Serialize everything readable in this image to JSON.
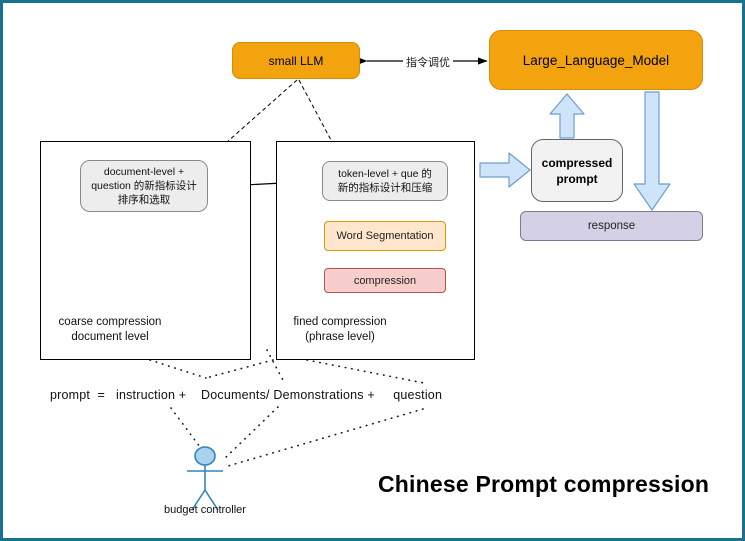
{
  "canvas": {
    "border_color": "#17718f",
    "background": "#ffffff"
  },
  "nodes": {
    "small_llm": {
      "label": "small LLM"
    },
    "llm": {
      "label": "Large_Language_Model"
    },
    "tune_label": "指令调优",
    "doc_box": {
      "lines": [
        "document-level +",
        "question 的新指标设计",
        "排序和选取"
      ]
    },
    "token_box": {
      "lines": [
        "token-level + que 的",
        "新的指标设计和压缩"
      ]
    },
    "word_seg": {
      "label": "Word Segmentation"
    },
    "compression": {
      "label": "compression"
    },
    "coarse_label": {
      "lines": [
        "coarse compression",
        "document level"
      ]
    },
    "fined_label": {
      "lines": [
        "fined compression",
        "(phrase  level)"
      ]
    },
    "compressed_prompt": {
      "lines": [
        "compressed",
        "prompt"
      ]
    },
    "response": {
      "label": "response"
    },
    "actor_label": "budget controller",
    "formula": "prompt  =   instruction +    Documents/ Demonstrations +     question",
    "title": "Chinese Prompt compression"
  },
  "colors": {
    "node_orange": "#f2a30e",
    "node_orange_border": "#d78d00",
    "block_arrow_fill": "#cfe4f9",
    "block_arrow_border": "#6e9ece",
    "gray_box_fill": "#ededed",
    "word_seg_fill": "#ffe6cc",
    "word_seg_border": "#d79b00",
    "compression_fill": "#f8cecc",
    "compression_border": "#b85450",
    "response_fill": "#d4d1e6",
    "response_border": "#7d7a96",
    "actor_stroke": "#3584bb",
    "actor_head_fill": "#a8d2ee"
  }
}
